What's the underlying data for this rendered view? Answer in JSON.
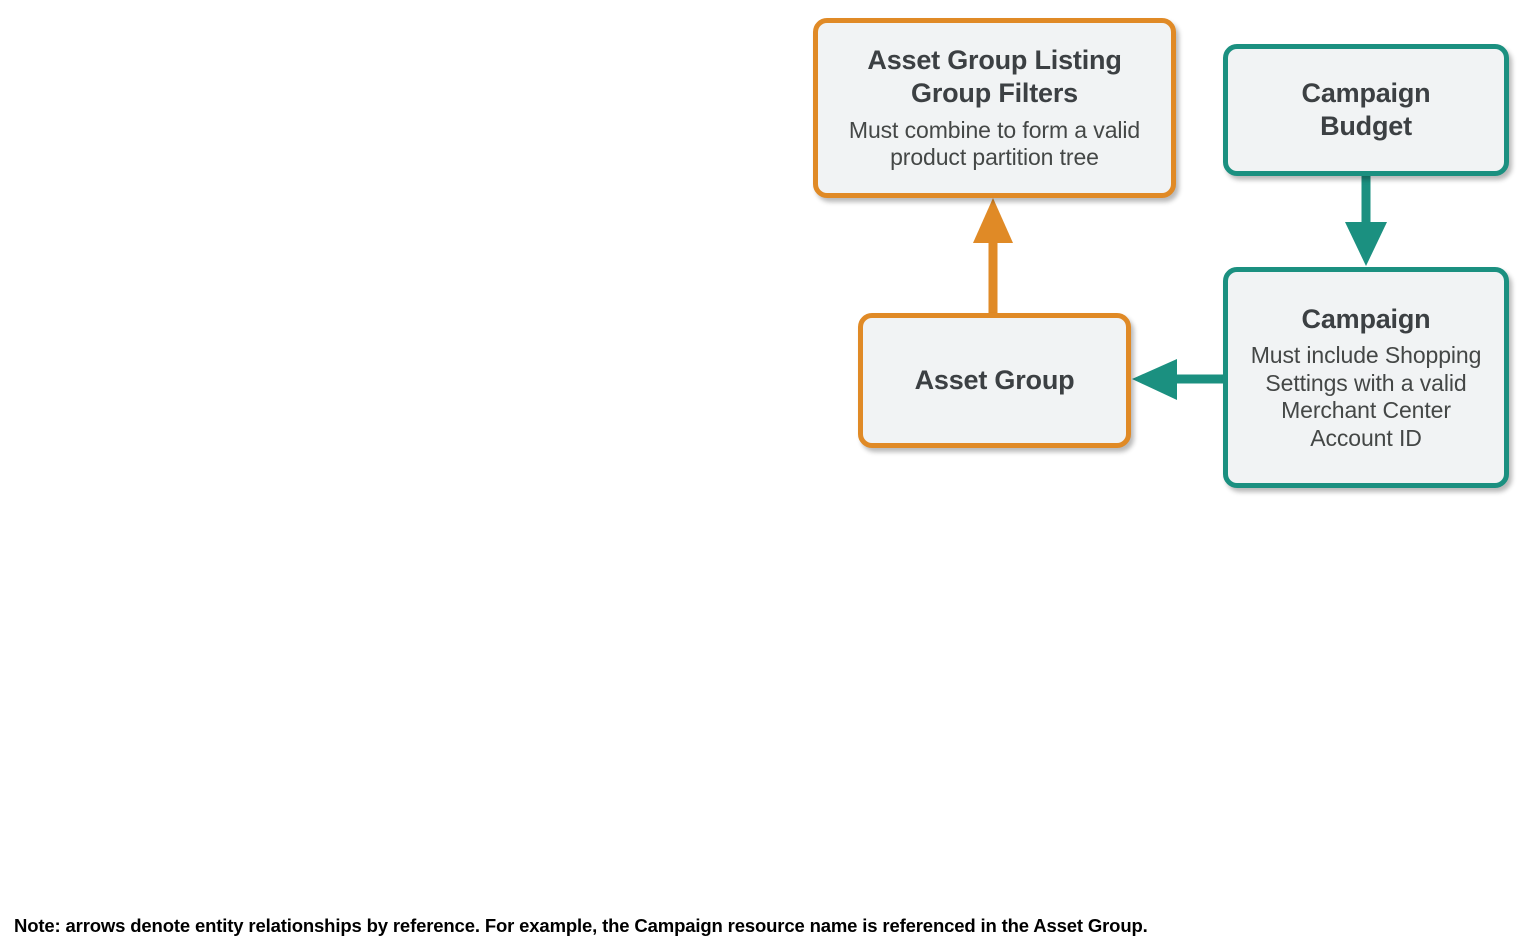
{
  "diagram": {
    "type": "entity-relationship",
    "background_color": "#ffffff",
    "palette": {
      "orange": "#e08a26",
      "teal": "#1b9080",
      "node_fill": "#f1f3f4",
      "title_text": "#3c4043",
      "subtitle_text": "#444746",
      "note_text": "#000000"
    },
    "nodes": [
      {
        "id": "asset-group-listing-group-filters",
        "title": "Asset Group Listing Group Filters",
        "title_line_1": "Asset Group Listing",
        "title_line_2": "Group Filters",
        "subtitle": "Must combine to form a valid product partition tree",
        "color": "orange"
      },
      {
        "id": "campaign-budget",
        "title": "Campaign Budget",
        "title_line_1": "Campaign",
        "title_line_2": "Budget",
        "subtitle": "",
        "color": "teal"
      },
      {
        "id": "asset-group",
        "title": "Asset Group",
        "subtitle": "",
        "color": "orange"
      },
      {
        "id": "campaign",
        "title": "Campaign",
        "subtitle": "Must include Shopping Settings with a valid Merchant Center Account ID",
        "color": "teal"
      }
    ],
    "edges": [
      {
        "id": "asset-group-to-listing-group-filters",
        "from": "asset-group",
        "to": "asset-group-listing-group-filters",
        "direction": "up",
        "color": "orange"
      },
      {
        "id": "campaign-budget-to-campaign",
        "from": "campaign-budget",
        "to": "campaign",
        "direction": "down",
        "color": "teal"
      },
      {
        "id": "campaign-to-asset-group",
        "from": "campaign",
        "to": "asset-group",
        "direction": "left",
        "color": "teal"
      }
    ]
  },
  "footer": {
    "note": "Note: arrows denote entity relationships by reference. For example, the Campaign resource name is referenced in the Asset Group."
  }
}
